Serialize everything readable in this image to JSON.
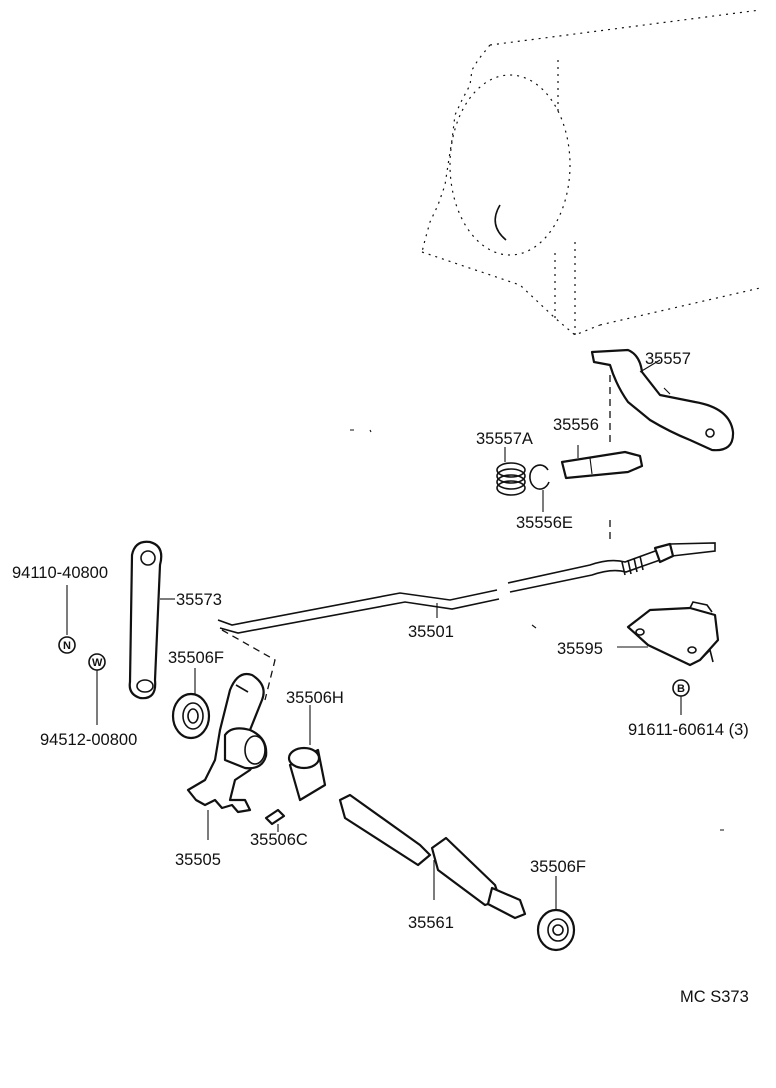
{
  "labels": {
    "p35557": "35557",
    "p35557A": "35557A",
    "p35556": "35556",
    "p35556E": "35556E",
    "p94110": "94110-40800",
    "p35573": "35573",
    "p35501": "35501",
    "p35595": "35595",
    "p35506F_top": "35506F",
    "p94512": "94512-00800",
    "p91611": "91611-60614 (3)",
    "p35506H": "35506H",
    "p35505": "35505",
    "p35506C": "35506C",
    "p35561": "35561",
    "p35506F_bottom": "35506F",
    "footer": "MC  S373"
  },
  "symbols": {
    "nut": "N",
    "washer": "W",
    "bolt": "B"
  }
}
